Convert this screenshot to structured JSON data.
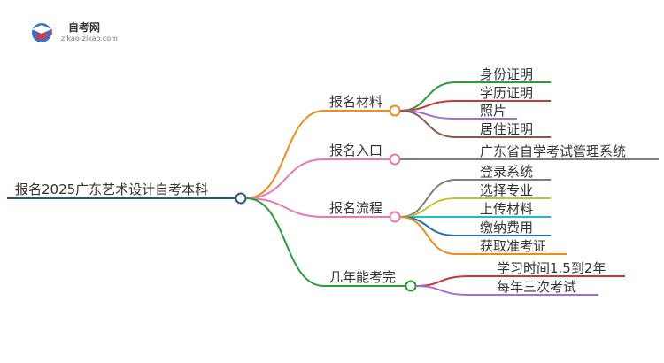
{
  "brand": {
    "name": "自考网",
    "url": "zikao-zikao.com"
  },
  "mindmap": {
    "root": "报名2025广东艺术设计自考本科",
    "branches": [
      {
        "label": "报名材料",
        "color": "#f28a1a",
        "children": [
          "身份证明",
          "学历证明",
          "照片",
          "居住证明"
        ],
        "child_colors": [
          "#2d9d3a",
          "#c9363c",
          "#a46fd1",
          "#8a5a49"
        ]
      },
      {
        "label": "报名入口",
        "color": "#e879b3",
        "children": [
          "广东省自学考试管理系统"
        ],
        "child_colors": [
          "#7f7f7f"
        ]
      },
      {
        "label": "报名流程",
        "color": "#e879b3",
        "children": [
          "登录系统",
          "选择专业",
          "上传材料",
          "缴纳费用",
          "获取准考证"
        ],
        "child_colors": [
          "#7f7f7f",
          "#c6c237",
          "#27b7c7",
          "#1f6fb2",
          "#f28a1a"
        ]
      },
      {
        "label": "几年能考完",
        "color": "#2d9d3a",
        "children": [
          "学习时间1.5到2年",
          "每年三次考试"
        ],
        "child_colors": [
          "#c9363c",
          "#a46fd1"
        ]
      }
    ]
  }
}
